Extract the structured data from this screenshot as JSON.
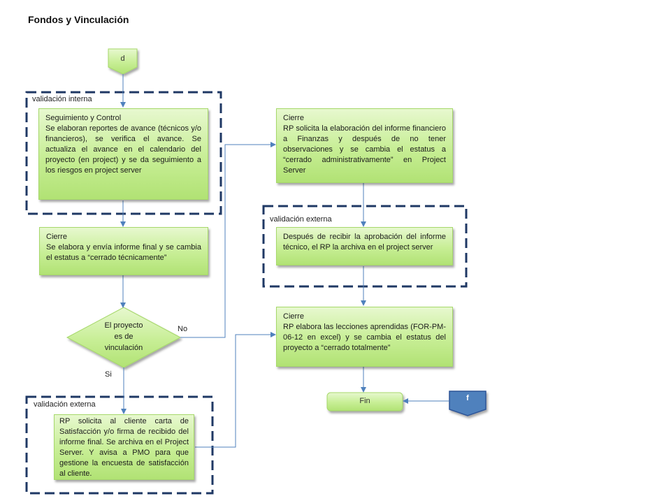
{
  "page": {
    "title": "Fondos y Vinculación"
  },
  "nodes": {
    "d_connector": "d",
    "seguimiento": {
      "head": "Seguimiento y Control",
      "body": "Se elaboran reportes de avance (técnicos y/o financieros), se verifica el avance. Se actualiza el avance en el calendario del proyecto (en project) y se da seguimiento a los riesgos  en project server"
    },
    "cierre_tecnico": {
      "head": "Cierre",
      "body": "Se elabora y envía informe final y se cambia el estatus a “cerrado técnicamente”"
    },
    "decision": {
      "line1": "El proyecto",
      "line2": "es de",
      "line3": "vinculación"
    },
    "rp_solicita": {
      "body": "RP solicita al cliente carta de Satisfacción y/o firma de recibido del informe final. Se archiva en el Project Server. Y avisa a PMO para que gestione la encuesta de satisfacción al cliente."
    },
    "cierre_admin": {
      "head": "Cierre",
      "body": "RP solicita la elaboración del informe financiero a Finanzas  y después de no tener observaciones y se cambia el estatus a “cerrado administrativamente” en Project Server"
    },
    "despues": {
      "body": "Después de recibir la aprobación del informe técnico, el RP la archiva en el project server"
    },
    "cierre_total": {
      "head": "Cierre",
      "body": "RP elabora las lecciones aprendidas (FOR-PM-06-12 en excel) y se cambia el estatus del proyecto a “cerrado totalmente”"
    },
    "fin": "Fin",
    "f_connector": "f"
  },
  "groups": {
    "interna": "validación interna",
    "externa_right": "validación externa",
    "externa_bottom": "validación externa"
  },
  "edges": {
    "no": "No",
    "si": "Si"
  },
  "colors": {
    "box_fill_top": "#e7f8cf",
    "box_fill_bottom": "#b1e274",
    "box_border": "#a6d86a",
    "arrow": "#4f81bd",
    "group_dash": "#1f3864",
    "f_connector": "#4f81bd"
  }
}
